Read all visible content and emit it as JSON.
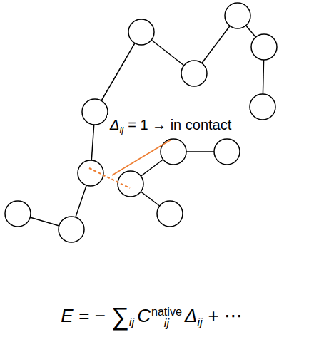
{
  "diagram": {
    "labels": [
      "Δ",
      "ij",
      "= 1 → in contact",
      "E",
      "= −",
      "∑",
      "ij",
      "C",
      "native",
      "ij",
      "Δ",
      "ij",
      "+ ⋯"
    ]
  }
}
